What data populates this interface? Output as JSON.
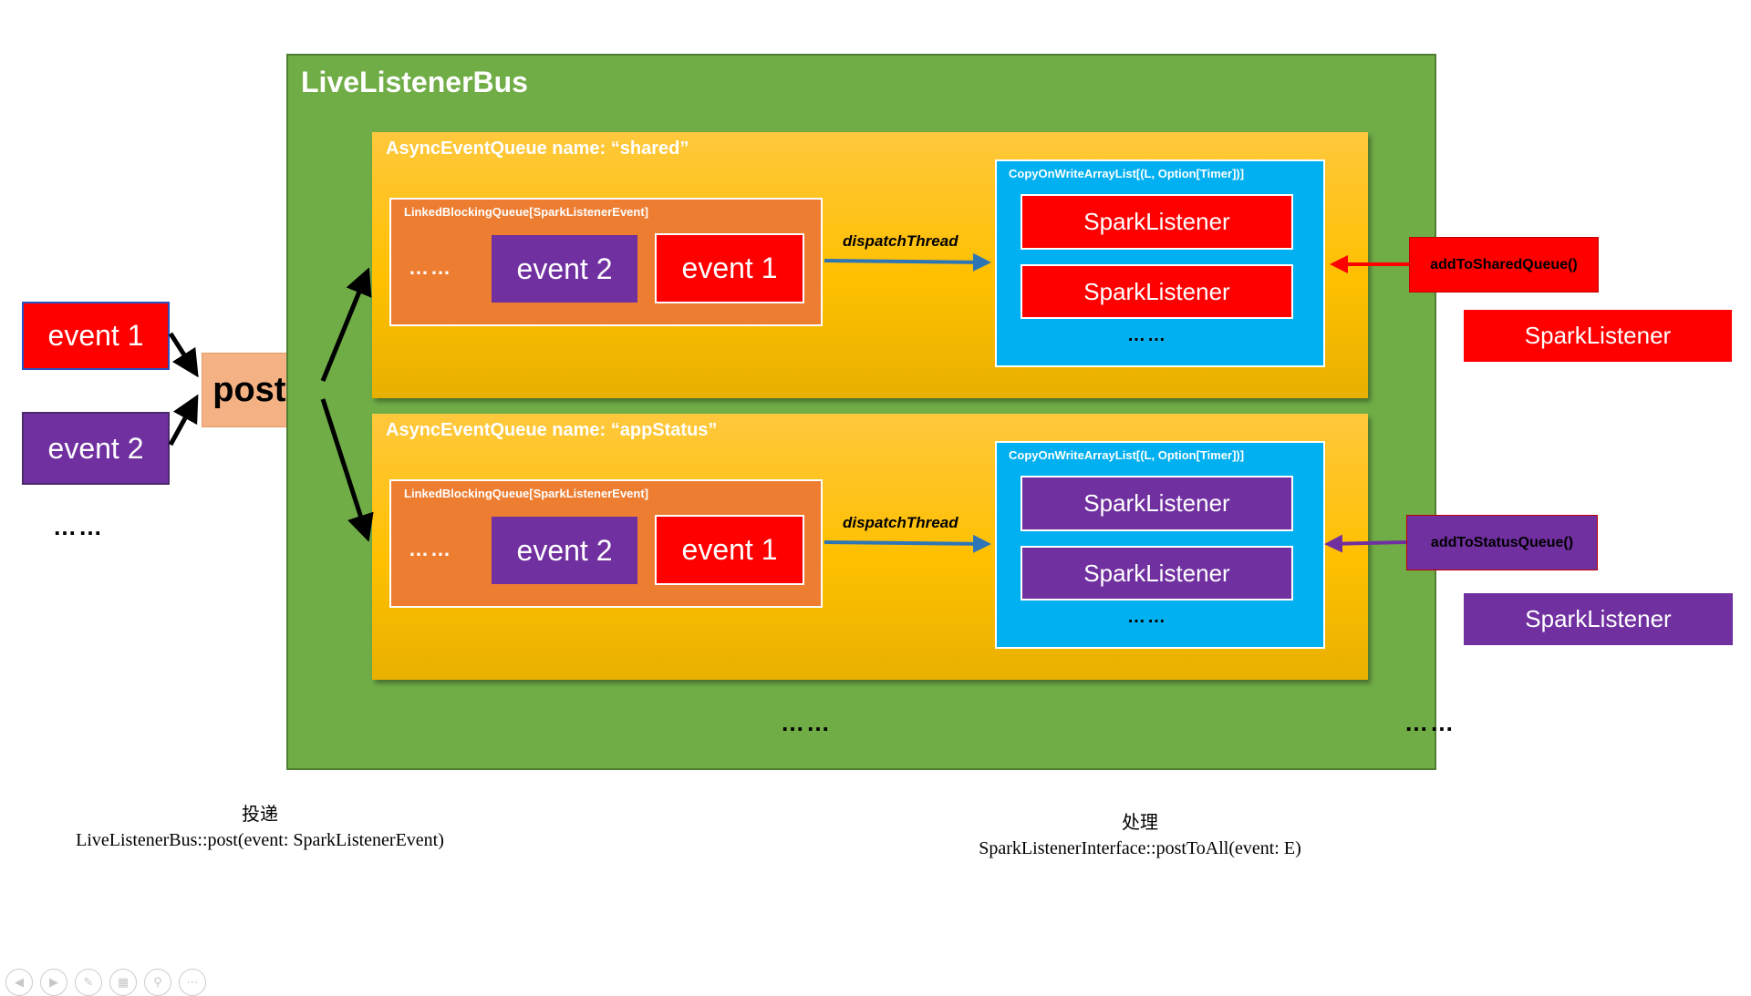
{
  "left": {
    "event1": "event 1",
    "event2": "event 2",
    "more": "……",
    "post": "post()"
  },
  "bus": {
    "title": "LiveListenerBus",
    "more_queues": "……",
    "queues": [
      {
        "title": "AsyncEventQueue name: “shared”",
        "lbq_title": "LinkedBlockingQueue[SparkListenerEvent]",
        "lbq_more": "……",
        "ev2": "event 2",
        "ev1": "event 1",
        "dispatch": "dispatchThread",
        "cow_title": "CopyOnWriteArrayList[(L, Option[Timer])]",
        "listeners": [
          "SparkListener",
          "SparkListener"
        ],
        "cow_more": "……"
      },
      {
        "title": "AsyncEventQueue name: “appStatus”",
        "lbq_title": "LinkedBlockingQueue[SparkListenerEvent]",
        "lbq_more": "……",
        "ev2": "event 2",
        "ev1": "event 1",
        "dispatch": "dispatchThread",
        "cow_title": "CopyOnWriteArrayList[(L, Option[Timer])]",
        "listeners": [
          "SparkListener",
          "SparkListener"
        ],
        "cow_more": "……"
      }
    ]
  },
  "right": {
    "add_shared": "addToSharedQueue()",
    "add_status": "addToStatusQueue()",
    "listener_red": "SparkListener",
    "listener_purple": "SparkListener",
    "more": "……"
  },
  "captions": {
    "post_zh": "投递",
    "post_sig": "LiveListenerBus::post(event: SparkListenerEvent)",
    "handle_zh": "处理",
    "handle_sig": "SparkListenerInterface::postToAll(event: E)"
  },
  "toolbar": {
    "buttons": [
      "prev-icon",
      "next-icon",
      "pen-icon",
      "slides-icon",
      "zoom-icon",
      "more-icon"
    ]
  },
  "colors": {
    "bus_green": "#70ad47",
    "queue_yellow": "#ffc000",
    "lbq_orange": "#ed7d31",
    "cow_blue": "#00b0f0",
    "event_red": "#ff0000",
    "event_purple": "#7030a0",
    "post_salmon": "#f4b183",
    "dispatch_arrow": "#2e75b6"
  }
}
